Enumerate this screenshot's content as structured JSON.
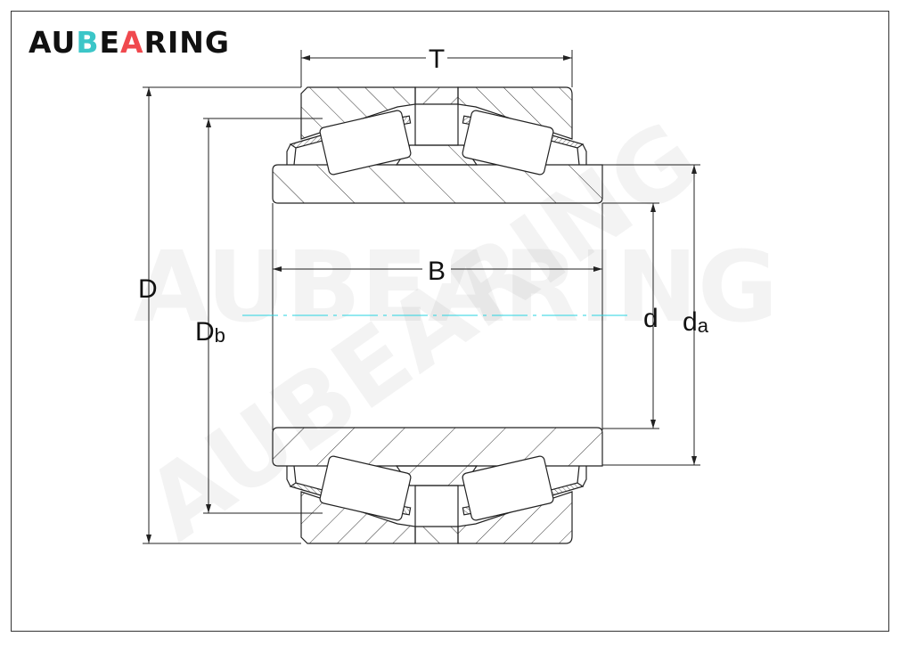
{
  "logo": {
    "part1": "AU",
    "part2": "B",
    "part3": "E",
    "part4": "A",
    "part5": "RING"
  },
  "watermark": "AUBEARING",
  "labels": {
    "T": "T",
    "D": "D",
    "Db_main": "D",
    "Db_sub": "b",
    "B": "B",
    "d": "d",
    "da_main": "d",
    "da_sub": "a"
  },
  "colors": {
    "logo_teal": "#3cc6c8",
    "logo_red": "#f0494e",
    "centerline": "#27d3e0"
  }
}
